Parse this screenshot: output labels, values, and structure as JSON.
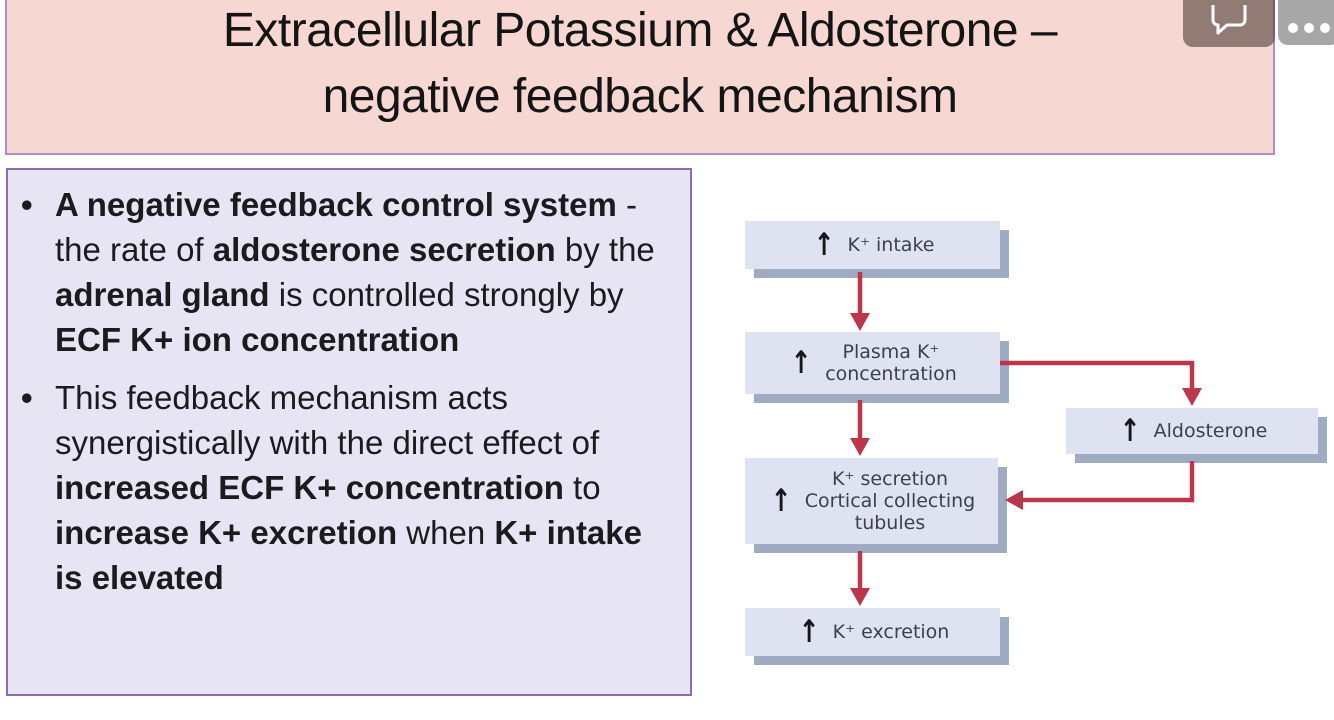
{
  "title": {
    "line1": "Extracellular Potassium & Aldosterone –",
    "line2": "negative feedback mechanism"
  },
  "toolbar": {
    "comment_button_icon": "comment-bubble-icon",
    "more_button_icon": "ellipsis-icon"
  },
  "bullets": {
    "marker": "•",
    "items": [
      {
        "runs": [
          {
            "bold": true,
            "text": "A negative feedback control system"
          },
          {
            "bold": false,
            "text": " - the rate of "
          },
          {
            "bold": true,
            "text": "aldosterone secretion"
          },
          {
            "bold": false,
            "text": " by the "
          },
          {
            "bold": true,
            "text": "adrenal gland"
          },
          {
            "bold": false,
            "text": " is controlled strongly by "
          },
          {
            "bold": true,
            "text": "ECF K+ ion concentration"
          }
        ]
      },
      {
        "runs": [
          {
            "bold": false,
            "text": "This feedback mechanism acts synergistically with the direct effect of "
          },
          {
            "bold": true,
            "text": "increased ECF K+ concentration"
          },
          {
            "bold": false,
            "text": " to "
          },
          {
            "bold": true,
            "text": "increase K+ excretion"
          },
          {
            "bold": false,
            "text": " when "
          },
          {
            "bold": true,
            "text": "K+ intake is elevated"
          }
        ]
      }
    ]
  },
  "diagram": {
    "up_arrow": "↑",
    "boxes": [
      {
        "id": "k-intake",
        "lines": [
          "K⁺ intake"
        ]
      },
      {
        "id": "plasma-k",
        "lines": [
          "Plasma K⁺",
          "concentration"
        ]
      },
      {
        "id": "aldosterone",
        "lines": [
          "Aldosterone"
        ]
      },
      {
        "id": "k-secretion",
        "lines": [
          "K⁺ secretion",
          "Cortical collecting",
          "tubules"
        ]
      },
      {
        "id": "k-excretion",
        "lines": [
          "K⁺ excretion"
        ]
      }
    ],
    "connections": [
      {
        "from": "K⁺ intake",
        "to": "Plasma K⁺ concentration"
      },
      {
        "from": "Plasma K⁺ concentration",
        "to": "Aldosterone"
      },
      {
        "from": "Plasma K⁺ concentration",
        "to": "K⁺ secretion Cortical collecting tubules"
      },
      {
        "from": "Aldosterone",
        "to": "K⁺ secretion Cortical collecting tubules"
      },
      {
        "from": "K⁺ secretion Cortical collecting tubules",
        "to": "K⁺ excretion"
      }
    ]
  },
  "colors": {
    "title_bg": "#f6d7d1",
    "title_border": "#ab8fc7",
    "panel_bg": "#e7e4f4",
    "panel_border": "#8f6cb2",
    "flow_bg": "#dfe3f1",
    "flow_shadow": "#9fabc3",
    "arrow_red": "#bb3649",
    "more_bg": "#a7a7a7"
  }
}
